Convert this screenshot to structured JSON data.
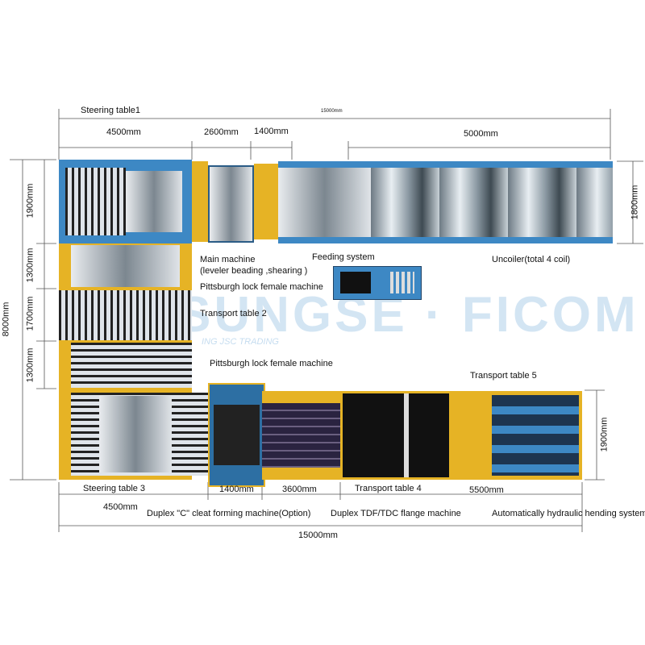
{
  "labels": {
    "steering_table1": "Steering table1",
    "total_top": "15000mm",
    "d4500_top": "4500mm",
    "d2600": "2600mm",
    "d1400_top": "1400mm",
    "d5000": "5000mm",
    "main_machine": "Main machine",
    "main_machine_sub": "(leveler beading ,shearing )",
    "feeding_system": "Feeding system",
    "uncoiler": "Uncoiler(total 4 coil)",
    "pittsburgh1": "Pittsburgh lock female machine",
    "transport_table2": "Transport table 2",
    "pittsburgh2": "Pittsburgh lock female machine",
    "transport_table5": "Transport table 5",
    "steering_table3": "Steering table 3",
    "d1400_bottom": "1400mm",
    "d3600": "3600mm",
    "transport_table4": "Transport table 4",
    "d5500": "5500mm",
    "d4500_bottom": "4500mm",
    "duplex_c": "Duplex \"C\" cleat forming machine(Option)",
    "duplex_tdf": "Duplex TDF/TDC flange machine",
    "hydraulic": "Automatically hydraulic hending system",
    "total_bottom": "15000mm",
    "h8000": "8000mm",
    "h1900_left": "1900mm",
    "h1300_a": "1300mm",
    "h1700": "1700mm",
    "h1300_b": "1300mm",
    "h1800": "1800mm",
    "h1900_right": "1900mm"
  },
  "watermark": {
    "brand": "SUNGSE · FICOM",
    "sub": "ING JSC TRADING"
  },
  "colors": {
    "yellow": "#e6b325",
    "blue": "#3d88c4"
  }
}
